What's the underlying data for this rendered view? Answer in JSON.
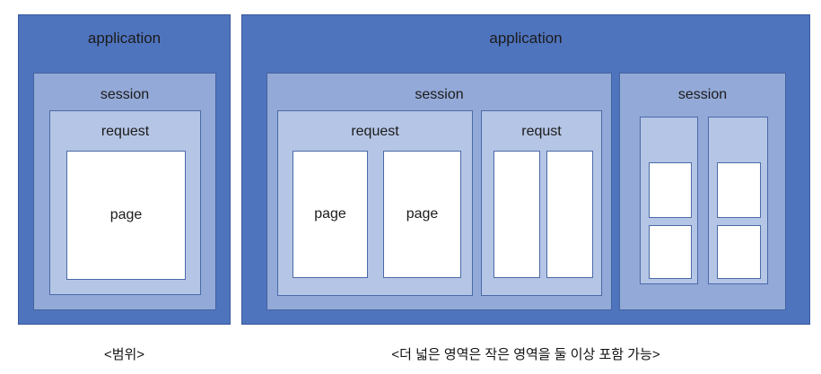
{
  "colors": {
    "application_fill": "#4F74BE",
    "session_fill": "#93A9D7",
    "request_fill": "#B5C5E5",
    "page_fill": "#FFFFFF",
    "border": "#3D5FA3",
    "text": "#1A1A1A",
    "background": "#FFFFFF"
  },
  "diagrams": [
    {
      "id": "scope-diagram",
      "caption": "<범위>",
      "application": {
        "label": "application",
        "sessions": [
          {
            "label": "session",
            "requests": [
              {
                "label": "request",
                "pages": [
                  {
                    "label": "page"
                  }
                ]
              }
            ]
          }
        ]
      }
    },
    {
      "id": "containment-diagram",
      "caption": "<더 넓은 영역은 작은 영역을 둘 이상 포함 가능>",
      "application": {
        "label": "application",
        "sessions": [
          {
            "label": "session",
            "requests": [
              {
                "label": "request",
                "pages": [
                  {
                    "label": "page"
                  },
                  {
                    "label": "page"
                  }
                ]
              },
              {
                "label": "requst",
                "pages": [
                  {
                    "label": ""
                  },
                  {
                    "label": ""
                  }
                ]
              }
            ]
          },
          {
            "label": "session",
            "requests": [
              {
                "label": "",
                "pages": [
                  {
                    "label": ""
                  },
                  {
                    "label": ""
                  }
                ]
              },
              {
                "label": "",
                "pages": [
                  {
                    "label": ""
                  },
                  {
                    "label": ""
                  }
                ]
              }
            ]
          }
        ]
      }
    }
  ]
}
